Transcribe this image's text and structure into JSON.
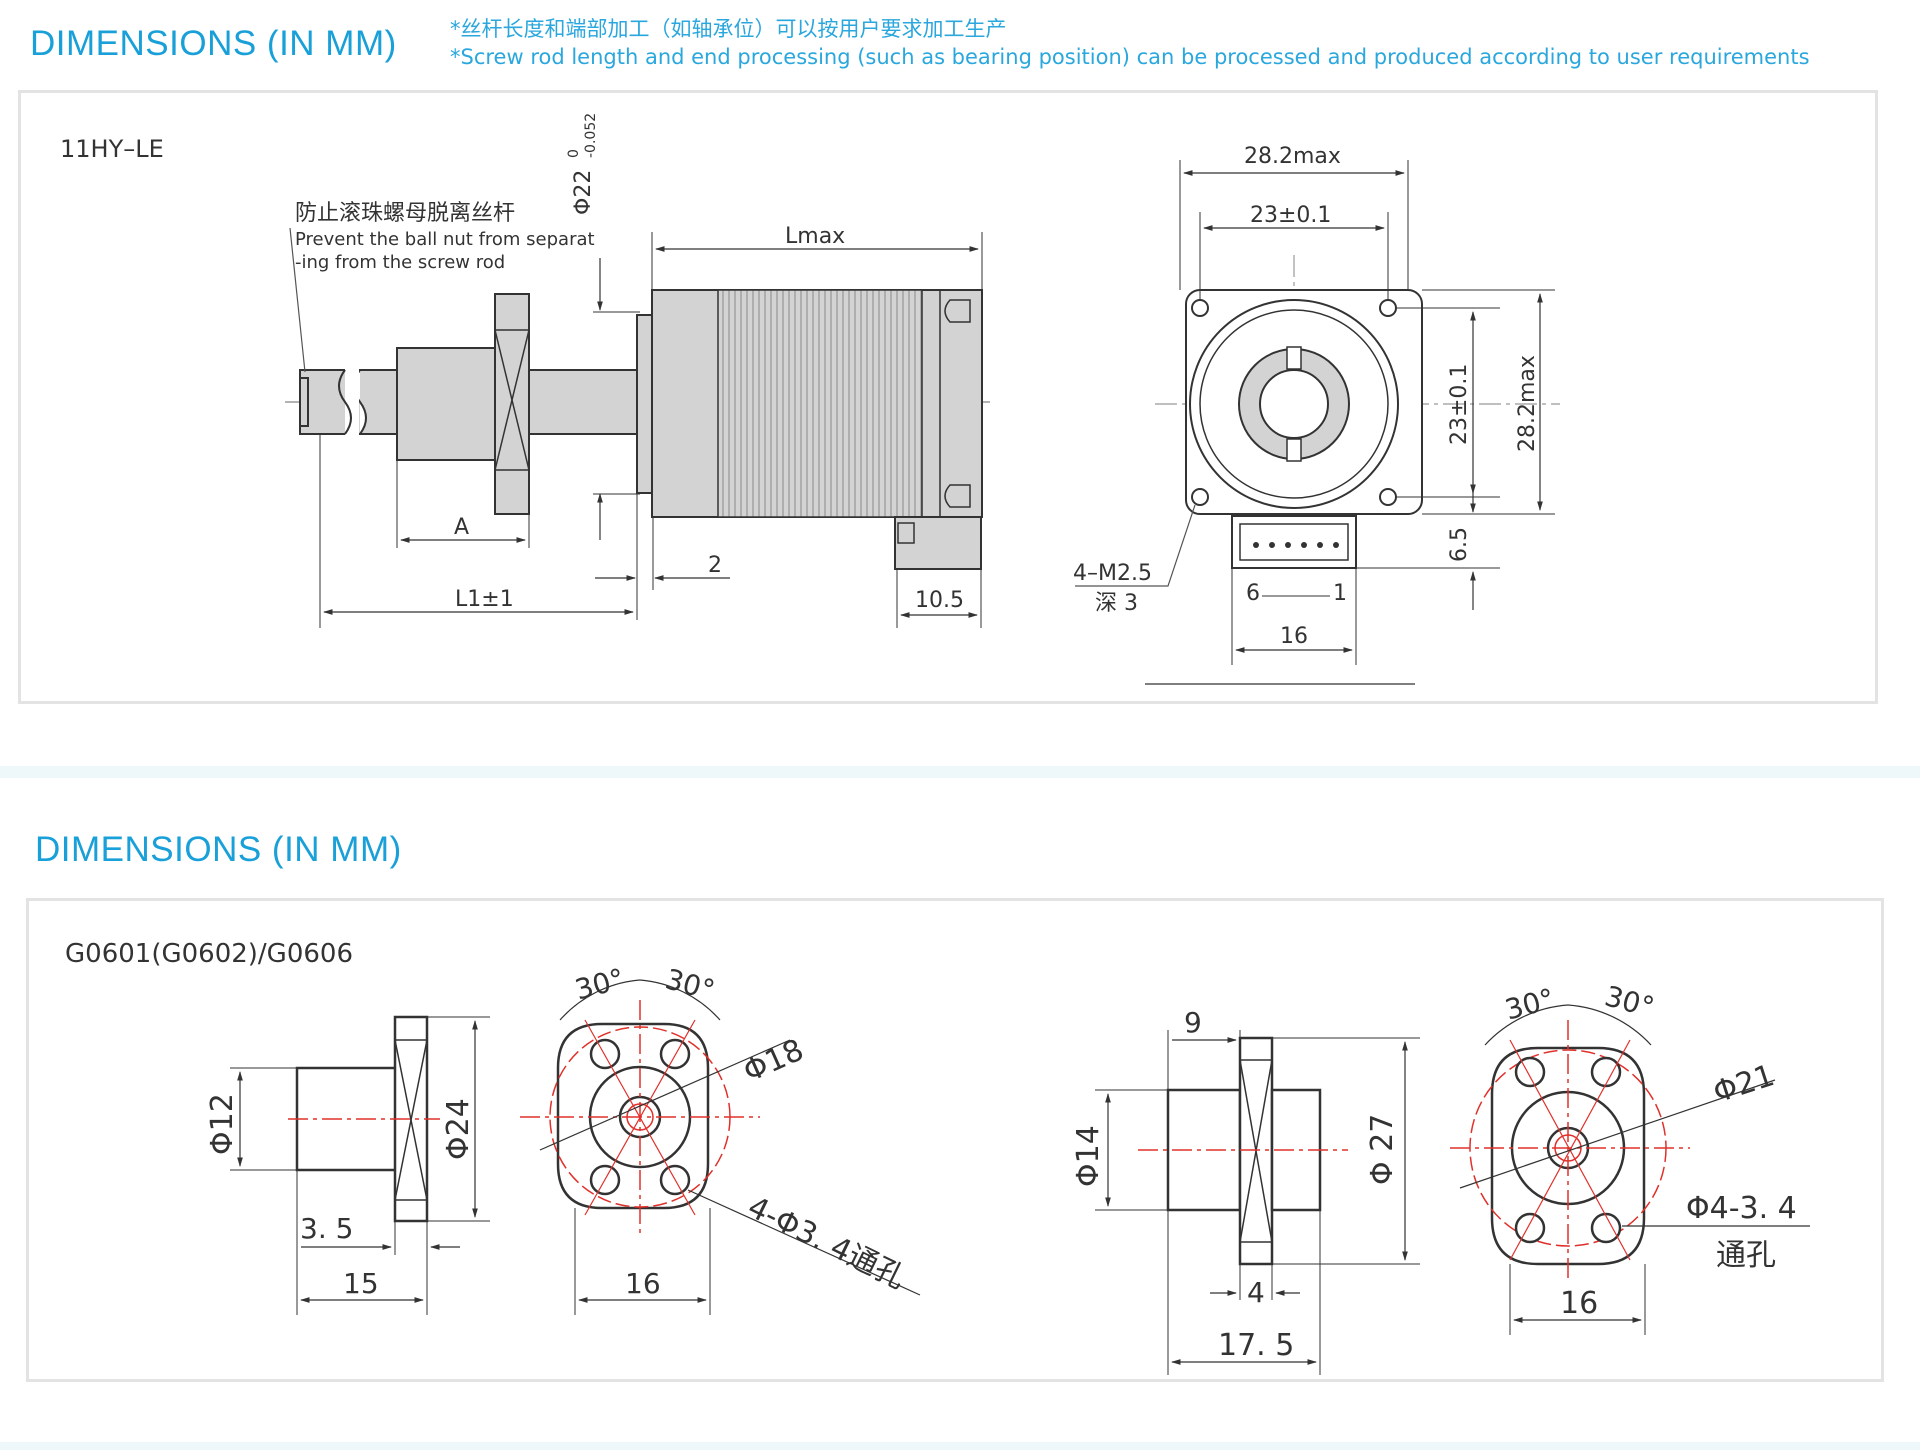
{
  "header": {
    "title": "DIMENSIONS (IN MM)",
    "note_cn": "*丝杆长度和端部加工（如轴承位）可以按用户要求加工生产",
    "note_en": "*Screw rod length and end processing (such as bearing position) can be processed and produced according to user requirements"
  },
  "section1": {
    "model": "11HY–LE",
    "callout_cn": "防止滚珠螺母脱离丝杆",
    "callout_en1": "Prevent the ball nut from separat",
    "callout_en2": "-ing from the screw rod",
    "dims": {
      "phi22": "Φ22",
      "tol_upper": "0",
      "tol_lower": "-0.052",
      "lmax": "Lmax",
      "a": "A",
      "l1": "L1±1",
      "two": "2",
      "ten5": "10.5",
      "w282": "28.2max",
      "w23": "23±0.1",
      "h23": "23±0.1",
      "h282": "28.2max",
      "six5": "6.5",
      "m25": "4–M2.5",
      "depth": "深 3",
      "pin6": "6",
      "pin1": "1",
      "w16": "16"
    }
  },
  "section2": {
    "title": "DIMENSIONS (IN MM)",
    "model": "G0601(G0602)/G0606",
    "left": {
      "phi12": "Φ12",
      "phi24": "Φ24",
      "d35": "3. 5",
      "d15": "15",
      "a30l": "30°",
      "a30r": "30°",
      "phi18": "Φ18",
      "holes": "4-Φ3. 4通孔",
      "d16": "16"
    },
    "right": {
      "d9": "9",
      "phi14": "Φ14",
      "phi27": "Φ 27",
      "d4": "4",
      "d175": "17. 5",
      "a30l": "30°",
      "a30r": "30°",
      "phi21": "Φ21",
      "holes": "Φ4-3. 4",
      "holes2": "通孔",
      "d16": "16"
    }
  },
  "colors": {
    "accent": "#1aa0d8",
    "line": "#333333",
    "centerline": "#e0302a",
    "fill": "#d3d3d3"
  }
}
